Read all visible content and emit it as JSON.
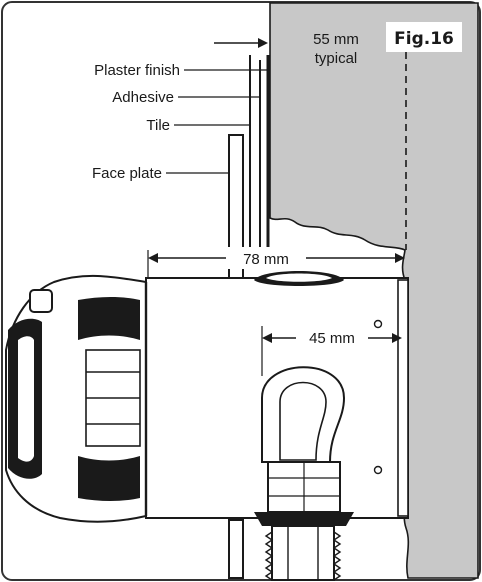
{
  "figure": {
    "label": "Fig.16"
  },
  "labels": {
    "plaster_finish": "Plaster finish",
    "adhesive": "Adhesive",
    "tile": "Tile",
    "face_plate": "Face plate"
  },
  "dimensions": {
    "wall_depth_line1": "55 mm",
    "wall_depth_line2": "typical",
    "body_length": "78 mm",
    "outlet_offset": "45 mm"
  },
  "colors": {
    "wall": "#c8c8c8",
    "line": "#1a1a1a",
    "body": "#ffffff",
    "frame": "#333333"
  }
}
